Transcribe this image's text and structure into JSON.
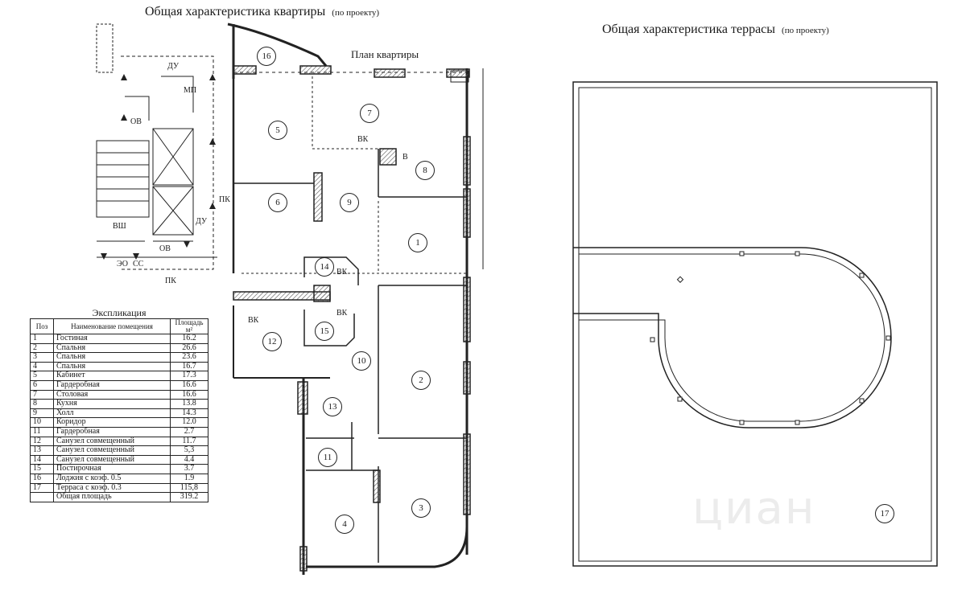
{
  "apartment": {
    "title": "Общая характеристика квартиры",
    "title_note": "(по проекту)",
    "plan_label": "План квартиры",
    "room_labels": [
      "1",
      "2",
      "3",
      "4",
      "5",
      "6",
      "7",
      "8",
      "9",
      "10",
      "11",
      "12",
      "13",
      "14",
      "15",
      "16"
    ],
    "markers": {
      "vk": "ВК",
      "v": "В",
      "du": "ДУ",
      "mp": "МП",
      "ov": "ОВ",
      "pk": "ПК",
      "vsh": "ВШ",
      "eo": "ЭО",
      "ss": "СС"
    }
  },
  "terrace": {
    "title": "Общая характеристика террасы",
    "title_note": "(по проекту)",
    "room_label": "17"
  },
  "explication": {
    "title": "Экспликация",
    "headers": [
      "Поз",
      "Наименование помещения",
      "Площадь м²"
    ],
    "rows": [
      [
        "1",
        "Гостиная",
        "16.2"
      ],
      [
        "2",
        "Спальня",
        "26.6"
      ],
      [
        "3",
        "Спальня",
        "23.6"
      ],
      [
        "4",
        "Спальня",
        "16.7"
      ],
      [
        "5",
        "Кабинет",
        "17.3"
      ],
      [
        "6",
        "Гардеробная",
        "16.6"
      ],
      [
        "7",
        "Столовая",
        "16.6"
      ],
      [
        "8",
        "Кухня",
        "13.8"
      ],
      [
        "9",
        "Холл",
        "14.3"
      ],
      [
        "10",
        "Коридор",
        "12.0"
      ],
      [
        "11",
        "Гардеробная",
        "2.7"
      ],
      [
        "12",
        "Санузел совмещенный",
        "11.7"
      ],
      [
        "13",
        "Санузел совмещенный",
        "5,3"
      ],
      [
        "14",
        "Санузел совмещенный",
        "4.4"
      ],
      [
        "15",
        "Постирочная",
        "3.7"
      ],
      [
        "16",
        "Лоджия с коэф. 0.5",
        "1.9"
      ],
      [
        "17",
        "Терраса с коэф. 0.3",
        "115,8"
      ],
      [
        "",
        "Общая площадь",
        "319.2"
      ]
    ]
  },
  "watermark": "циан",
  "colors": {
    "line": "#222222",
    "hatch": "#555555",
    "paper": "#ffffff"
  }
}
